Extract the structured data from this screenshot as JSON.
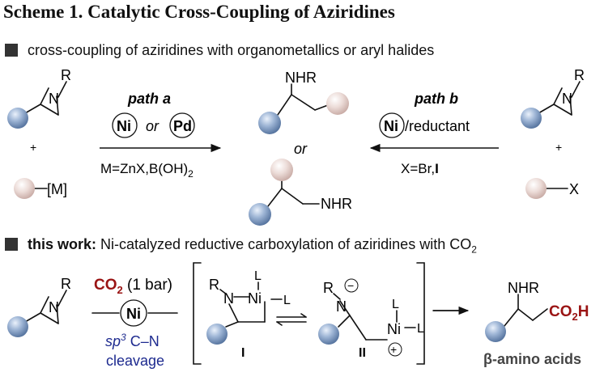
{
  "title": "Scheme 1. Catalytic Cross-Coupling of Aziridines",
  "section1": {
    "label": "cross-coupling of aziridines with organometallics or aryl halides"
  },
  "section2": {
    "label_bold": "this work:",
    "label_rest": " Ni-catalyzed reductive carboxylation of aziridines with CO",
    "label_sub": "2"
  },
  "top": {
    "R": "R",
    "N": "N",
    "plus": "+",
    "M": "[M]",
    "X": "X",
    "path_a": "path a",
    "path_b": "path b",
    "Ni": "Ni",
    "Pd": "Pd",
    "or": "or",
    "reductant": "/reductant",
    "cond_a_main": "M=ZnX,B(OH)",
    "cond_a_sub": "2",
    "cond_b_main": "X=Br,",
    "cond_b_I": "I",
    "NHR": "NHR"
  },
  "bottom": {
    "co2_main": "CO",
    "co2_sub": "2",
    "co2_rest": " (1 bar)",
    "sp": "sp",
    "sp_sup": "3",
    "cn": " C–N",
    "cleavage": "cleavage",
    "L": "L",
    "int_I": "I",
    "int_II": "II",
    "minus": "−",
    "plus_charge": "+",
    "NHR": "NHR",
    "co2h_main": "CO",
    "co2h_sub": "2",
    "co2h_H": "H",
    "beta_amino": "β-amino acids"
  },
  "colors": {
    "blue_sphere": "#8aa4c6",
    "pink_sphere": "#e6d3ce",
    "co2_red": "#9a1414",
    "sp3_blue": "#1d2a8f"
  }
}
